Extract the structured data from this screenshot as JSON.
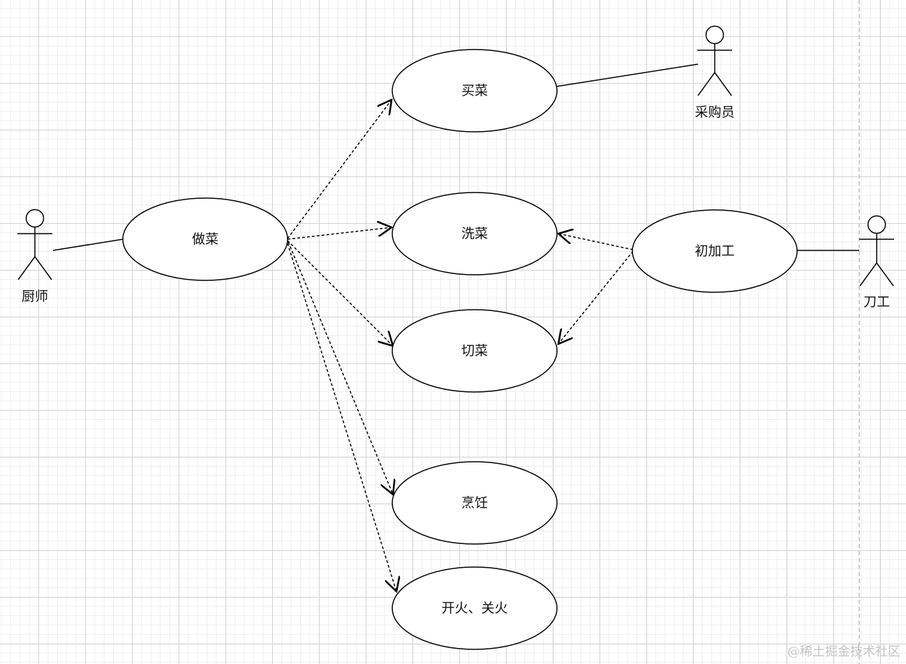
{
  "use_cases": {
    "cook": "做菜",
    "buy": "买菜",
    "wash": "洗菜",
    "cut": "切菜",
    "boil": "烹饪",
    "fire": "开火、关火",
    "prep": "初加工"
  },
  "actors": {
    "chef": "厨师",
    "buyer": "采购员",
    "knife": "刀工"
  },
  "watermark": "@稀土掘金技术社区"
}
